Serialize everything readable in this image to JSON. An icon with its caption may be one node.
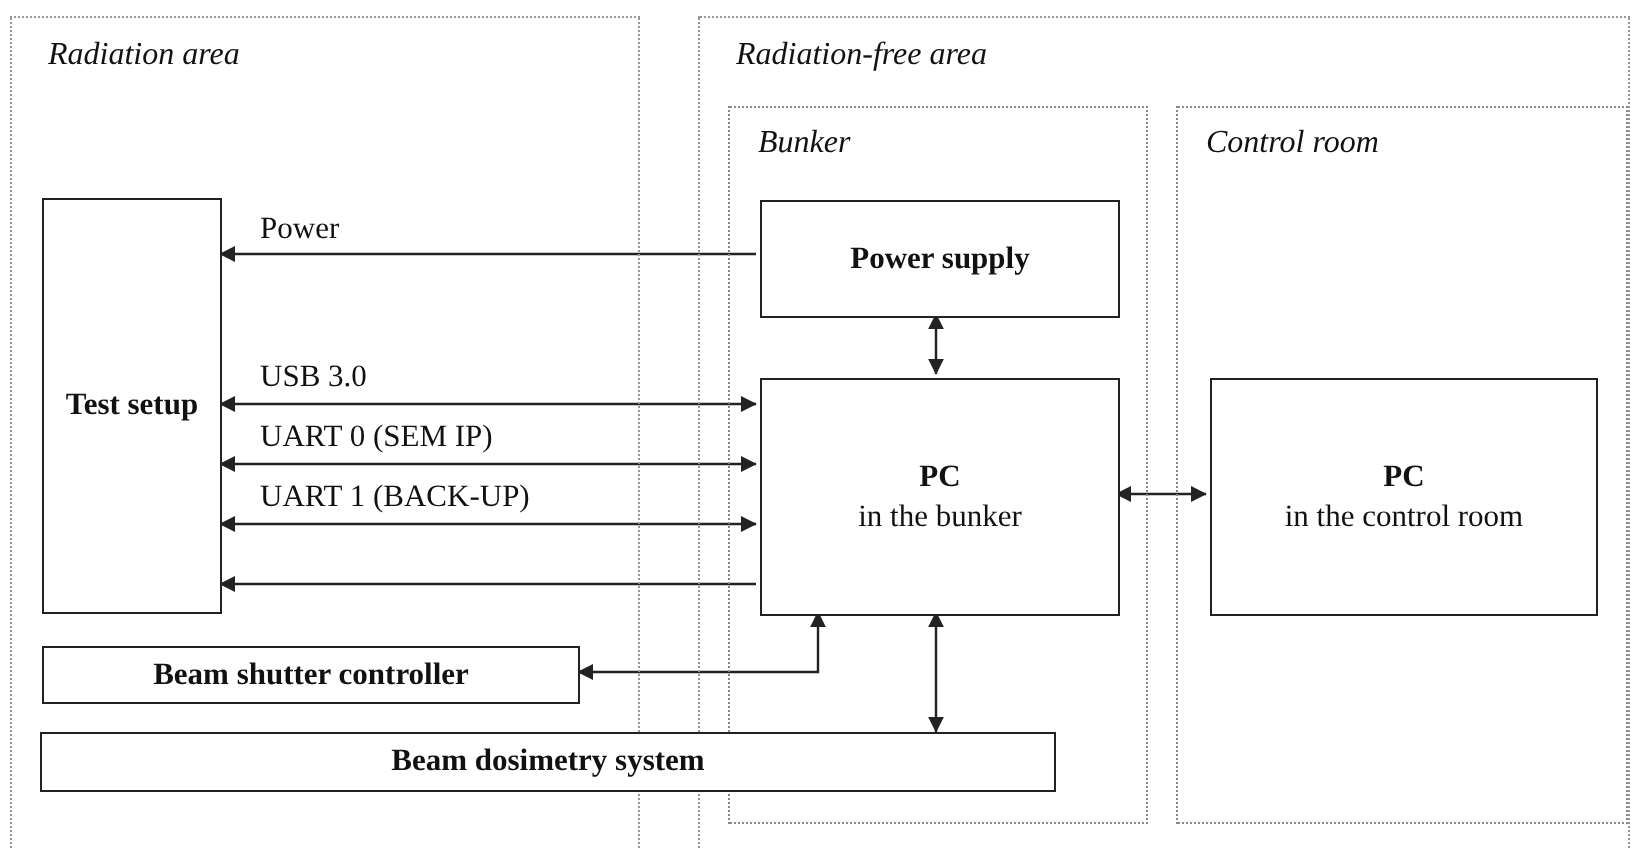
{
  "diagram": {
    "nodes": [
      {
        "text": [
          "Radiation area"
        ]
      },
      {
        "text": [
          "Radiation-free area"
        ]
      },
      {
        "text": [
          "Bunker"
        ],
        "in": 1
      },
      {
        "text": [
          "Control room"
        ],
        "in": 1
      },
      {
        "text": [
          "Test setup"
        ],
        "in": 0
      },
      {
        "text": [
          "Power supply"
        ],
        "in": 2
      },
      {
        "text": [
          "PC",
          "in the bunker"
        ],
        "in": 2
      },
      {
        "text": [
          "PC",
          "in the control room"
        ],
        "in": 3
      },
      {
        "text": [
          "Beam shutter controller"
        ],
        "in": 0
      },
      {
        "text": [
          "Beam dosimetry system"
        ]
      }
    ],
    "edges": [
      {
        "from": 5,
        "to": 4,
        "arrow": "to",
        "label": "Power"
      },
      {
        "from": 4,
        "to": 6,
        "arrow": "both",
        "label": "USB 3.0"
      },
      {
        "from": 4,
        "to": 6,
        "arrow": "both",
        "label": "UART 0 (SEM IP)"
      },
      {
        "from": 4,
        "to": 6,
        "arrow": "both",
        "label": "UART 1 (BACK-UP)"
      },
      {
        "from": 6,
        "to": 4,
        "arrow": "to"
      },
      {
        "from": 5,
        "to": 6,
        "arrow": "both"
      },
      {
        "from": 6,
        "to": 7,
        "arrow": "both"
      },
      {
        "from": 6,
        "to": 8,
        "arrow": "both"
      },
      {
        "from": 6,
        "to": 9,
        "arrow": "both"
      }
    ]
  }
}
